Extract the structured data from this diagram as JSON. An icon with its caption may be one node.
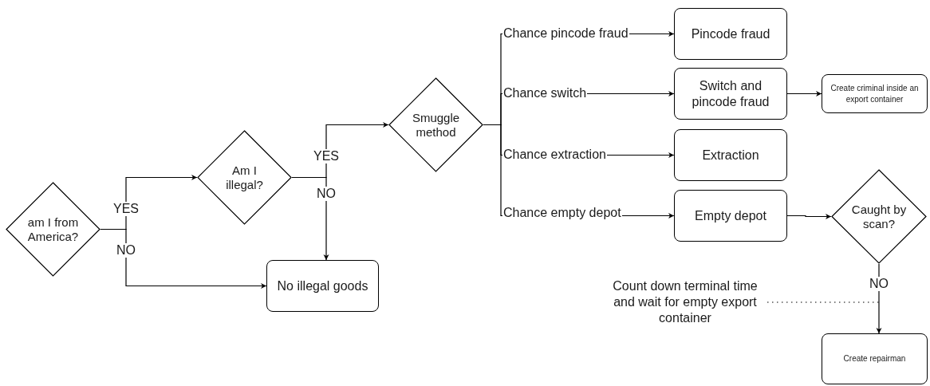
{
  "diagram": {
    "nodes": [
      {
        "text": [
          "am I from America?"
        ]
      },
      {
        "text": [
          "Am I illegal?"
        ]
      },
      {
        "text": [
          "No illegal goods"
        ]
      },
      {
        "text": [
          "Smuggle method"
        ]
      },
      {
        "text": [
          "Pincode fraud"
        ]
      },
      {
        "text": [
          "Switch and pincode fraud"
        ]
      },
      {
        "text": [
          "Create criminal inside an export container"
        ]
      },
      {
        "text": [
          "Extraction"
        ]
      },
      {
        "text": [
          "Empty depot"
        ]
      },
      {
        "text": [
          "Caught by scan?"
        ]
      },
      {
        "text": [
          "Count down terminal time and wait for empty export container"
        ]
      },
      {
        "text": [
          "Create repairman"
        ]
      }
    ],
    "edges": [
      {
        "from": 0,
        "to": 1,
        "arrow": "to",
        "label": "YES"
      },
      {
        "from": 0,
        "to": 2,
        "arrow": "to",
        "label": "NO"
      },
      {
        "from": 1,
        "to": 3,
        "arrow": "to",
        "label": "YES"
      },
      {
        "from": 1,
        "to": 2,
        "arrow": "to",
        "label": "NO"
      },
      {
        "from": 3,
        "to": 4,
        "arrow": "to",
        "label": "Chance pincode fraud"
      },
      {
        "from": 3,
        "to": 5,
        "arrow": "to",
        "label": "Chance switch"
      },
      {
        "from": 3,
        "to": 7,
        "arrow": "to",
        "label": "Chance extraction"
      },
      {
        "from": 3,
        "to": 8,
        "arrow": "to",
        "label": "Chance empty depot"
      },
      {
        "from": 5,
        "to": 6,
        "arrow": "to"
      },
      {
        "from": 8,
        "to": 9,
        "arrow": "to"
      },
      {
        "from": 9,
        "to": 11,
        "arrow": "to",
        "label": "NO"
      },
      {
        "from": 10,
        "to": null,
        "arrow": "none",
        "style": "dashed"
      }
    ]
  }
}
